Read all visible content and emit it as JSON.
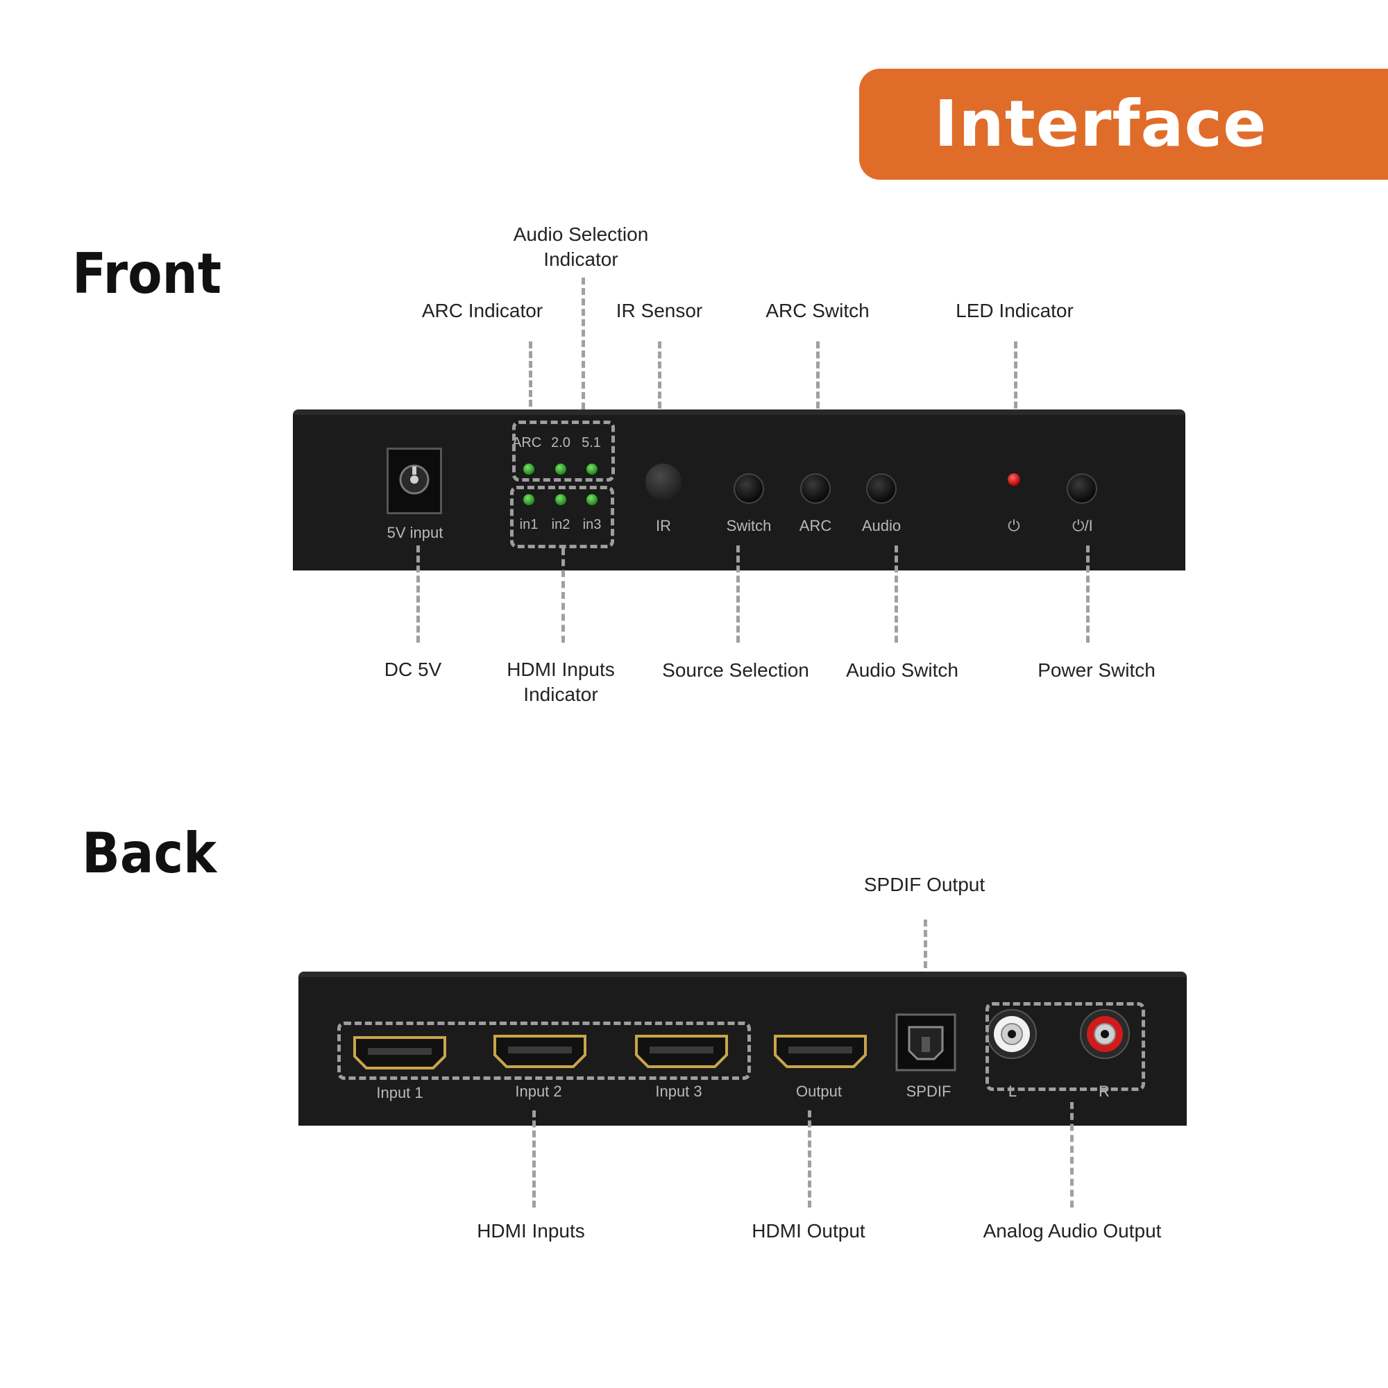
{
  "banner": {
    "title": "Interface",
    "color": "#e06c2a"
  },
  "front": {
    "title": "Front",
    "callouts_top": {
      "audio_selection_indicator": [
        "Audio Selection",
        "Indicator"
      ],
      "arc_indicator": "ARC Indicator",
      "ir_sensor": "IR Sensor",
      "arc_switch": "ARC Switch",
      "led_indicator": "LED Indicator"
    },
    "callouts_bottom": {
      "dc_5v": "DC 5V",
      "hdmi_inputs_indicator": [
        "HDMI Inputs",
        "Indicator"
      ],
      "source_selection": "Source Selection",
      "audio_switch": "Audio Switch",
      "power_switch": "Power Switch"
    },
    "silkscreen": {
      "dc_input": "5V input",
      "arc": "ARC",
      "two_ch": "2.0",
      "five_one": "5.1",
      "in1": "in1",
      "in2": "in2",
      "in3": "in3",
      "ir": "IR",
      "switch": "Switch",
      "arc_btn": "ARC",
      "audio": "Audio",
      "power_led": "⏻",
      "power_btn": "⏻/I"
    }
  },
  "back": {
    "title": "Back",
    "callouts_top": {
      "spdif_output": "SPDIF Output"
    },
    "callouts_bottom": {
      "hdmi_inputs": "HDMI Inputs",
      "hdmi_output": "HDMI Output",
      "analog_audio_output": "Analog Audio Output"
    },
    "silkscreen": {
      "input1": "Input 1",
      "input2": "Input 2",
      "input3": "Input 3",
      "output": "Output",
      "spdif": "SPDIF",
      "left": "L",
      "right": "R"
    }
  },
  "colors": {
    "panel": "#1b1b1b",
    "dashes": "#a0a0a0",
    "led_green": "#2ea82a",
    "led_red": "#d40000",
    "hdmi_gold": "#c9a54a",
    "rca_red": "#d11a1a"
  },
  "icons": [
    "hdmi-port-icon",
    "dc-jack-icon",
    "rca-jack-icon",
    "optical-port-icon",
    "power-icon"
  ]
}
